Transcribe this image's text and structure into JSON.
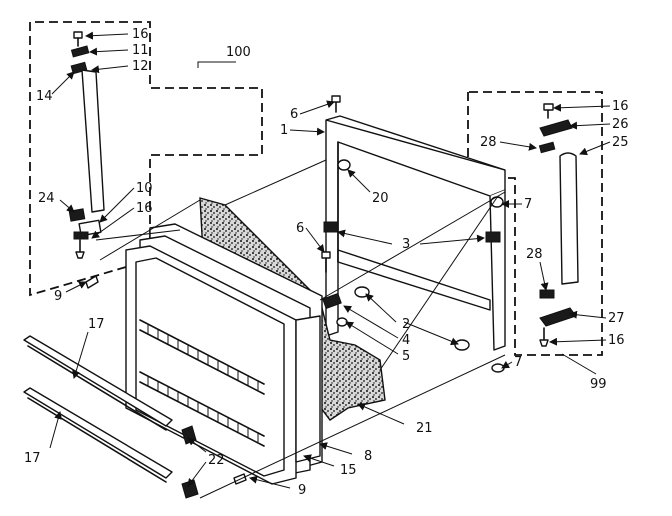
{
  "diagram": {
    "colors": {
      "ink": "#111111",
      "paper": "#ffffff",
      "gasket": "#3a3a3a"
    },
    "callouts": {
      "c16_tl": "16",
      "c11": "11",
      "c12": "12",
      "c14": "14",
      "c100": "100",
      "c24": "24",
      "c10": "10",
      "c16_ml": "16",
      "c6_top": "6",
      "c1": "1",
      "c20": "20",
      "c6_mid": "6",
      "c3": "3",
      "c2": "2",
      "c4": "4",
      "c5": "5",
      "c16_tr": "16",
      "c26": "26",
      "c28_top": "28",
      "c25": "25",
      "c7_top": "7",
      "c28_bot": "28",
      "c27": "27",
      "c16_br": "16",
      "c7_bot": "7",
      "c99": "99",
      "c9_top": "9",
      "c17_top": "17",
      "c17_bot": "17",
      "c22": "22",
      "c21": "21",
      "c8": "8",
      "c15": "15",
      "c9_bot": "9"
    }
  }
}
